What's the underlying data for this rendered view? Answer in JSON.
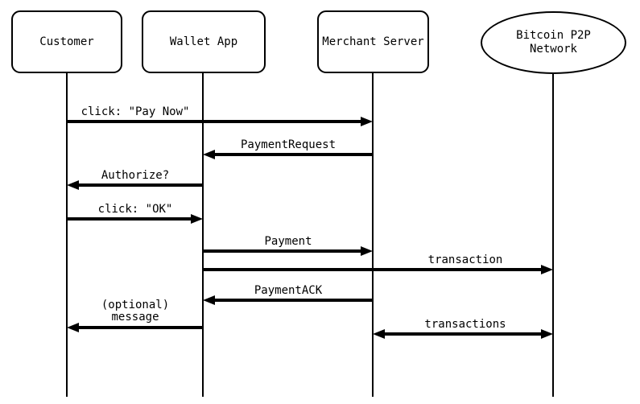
{
  "diagram": {
    "type": "sequence-diagram",
    "colors": {
      "line": "#000000",
      "background": "#ffffff"
    },
    "actors": [
      {
        "label": "Customer",
        "shape": "rounded-rect"
      },
      {
        "label": "Wallet App",
        "shape": "rounded-rect"
      },
      {
        "label": "Merchant Server",
        "shape": "rounded-rect"
      },
      {
        "label": "Bitcoin P2P\nNetwork",
        "shape": "ellipse"
      }
    ],
    "messages": [
      {
        "label": "click: \"Pay Now\"",
        "from": "Customer",
        "to": "Merchant Server",
        "arrow": "right"
      },
      {
        "label": "PaymentRequest",
        "from": "Merchant Server",
        "to": "Wallet App",
        "arrow": "left"
      },
      {
        "label": "Authorize?",
        "from": "Wallet App",
        "to": "Customer",
        "arrow": "left"
      },
      {
        "label": "click: \"OK\"",
        "from": "Customer",
        "to": "Wallet App",
        "arrow": "right"
      },
      {
        "label": "Payment",
        "from": "Wallet App",
        "to": "Merchant Server",
        "arrow": "right"
      },
      {
        "label": "transaction",
        "from": "Wallet App",
        "to": "Bitcoin P2P Network",
        "arrow": "right"
      },
      {
        "label": "PaymentACK",
        "from": "Merchant Server",
        "to": "Wallet App",
        "arrow": "left"
      },
      {
        "label": "(optional)\nmessage",
        "from": "Wallet App",
        "to": "Customer",
        "arrow": "left"
      },
      {
        "label": "transactions",
        "from": "Merchant Server",
        "to": "Bitcoin P2P Network",
        "arrow": "both"
      }
    ]
  }
}
